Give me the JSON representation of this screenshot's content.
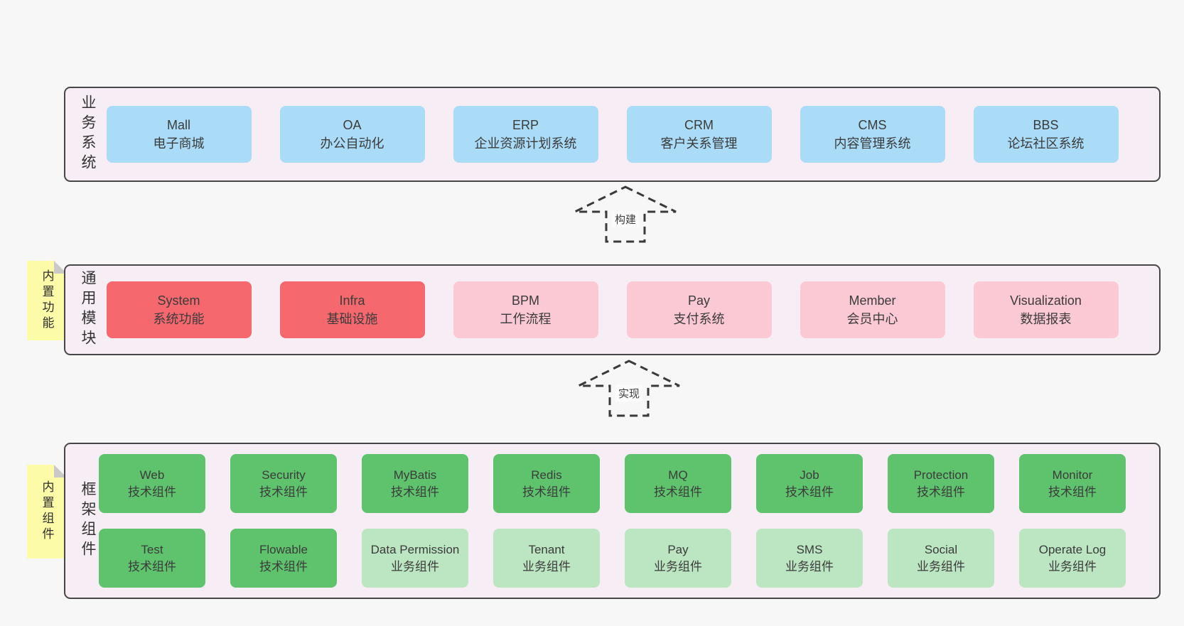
{
  "colors": {
    "page-bg": "#f7f7f7",
    "layer-bg": "#f7edf5",
    "layer-border": "#474747",
    "node-blue": "#aadcf7",
    "node-red": "#f5686e",
    "node-pink": "#fbc9d4",
    "node-green": "#5fc36e",
    "node-green-light": "#bce6c2",
    "sticky-bg": "#fbfba8",
    "sticky-fold": "#c9c9c9",
    "text": "#3b3b3b",
    "arrow": "#3a3a3a",
    "label-bg": "#fcfcfc"
  },
  "stickies": [
    {
      "text": "内置功能"
    },
    {
      "text": "内置组件"
    }
  ],
  "arrows": [
    {
      "label": "构建"
    },
    {
      "label": "实现"
    }
  ],
  "layers": [
    {
      "label": "业务系统",
      "rows": [
        [
          {
            "title": "Mall",
            "subtitle": "电子商城",
            "type": "blue"
          },
          {
            "title": "OA",
            "subtitle": "办公自动化",
            "type": "blue"
          },
          {
            "title": "ERP",
            "subtitle": "企业资源计划系统",
            "type": "blue"
          },
          {
            "title": "CRM",
            "subtitle": "客户关系管理",
            "type": "blue"
          },
          {
            "title": "CMS",
            "subtitle": "内容管理系统",
            "type": "blue"
          },
          {
            "title": "BBS",
            "subtitle": "论坛社区系统",
            "type": "blue"
          }
        ]
      ]
    },
    {
      "label": "通用模块",
      "rows": [
        [
          {
            "title": "System",
            "subtitle": "系统功能",
            "type": "red"
          },
          {
            "title": "Infra",
            "subtitle": "基础设施",
            "type": "red"
          },
          {
            "title": "BPM",
            "subtitle": "工作流程",
            "type": "pink"
          },
          {
            "title": "Pay",
            "subtitle": "支付系统",
            "type": "pink"
          },
          {
            "title": "Member",
            "subtitle": "会员中心",
            "type": "pink"
          },
          {
            "title": "Visualization",
            "subtitle": "数据报表",
            "type": "pink"
          }
        ]
      ]
    },
    {
      "label": "框架组件",
      "rows": [
        [
          {
            "title": "Web",
            "subtitle": "技术组件",
            "type": "green"
          },
          {
            "title": "Security",
            "subtitle": "技术组件",
            "type": "green"
          },
          {
            "title": "MyBatis",
            "subtitle": "技术组件",
            "type": "green"
          },
          {
            "title": "Redis",
            "subtitle": "技术组件",
            "type": "green"
          },
          {
            "title": "MQ",
            "subtitle": "技术组件",
            "type": "green"
          },
          {
            "title": "Job",
            "subtitle": "技术组件",
            "type": "green"
          },
          {
            "title": "Protection",
            "subtitle": "技术组件",
            "type": "green"
          },
          {
            "title": "Monitor",
            "subtitle": "技术组件",
            "type": "green"
          }
        ],
        [
          {
            "title": "Test",
            "subtitle": "技术组件",
            "type": "green"
          },
          {
            "title": "Flowable",
            "subtitle": "技术组件",
            "type": "green"
          },
          {
            "title": "Data Permission",
            "subtitle": "业务组件",
            "type": "green-light"
          },
          {
            "title": "Tenant",
            "subtitle": "业务组件",
            "type": "green-light"
          },
          {
            "title": "Pay",
            "subtitle": "业务组件",
            "type": "green-light"
          },
          {
            "title": "SMS",
            "subtitle": "业务组件",
            "type": "green-light"
          },
          {
            "title": "Social",
            "subtitle": "业务组件",
            "type": "green-light"
          },
          {
            "title": "Operate Log",
            "subtitle": "业务组件",
            "type": "green-light"
          }
        ]
      ]
    }
  ]
}
